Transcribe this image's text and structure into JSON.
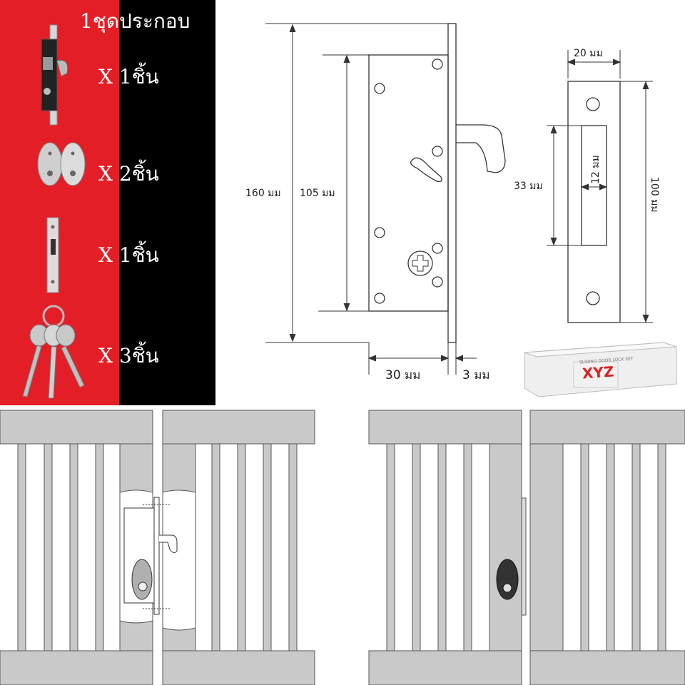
{
  "package": {
    "title": "1ชุดประกอบ",
    "items": [
      {
        "icon": "lock-body-icon",
        "quantity": "X 1ชิ้น"
      },
      {
        "icon": "escutcheon-plate-icon",
        "quantity": "X 2ชิ้น"
      },
      {
        "icon": "strike-plate-icon",
        "quantity": "X 1ชิ้น"
      },
      {
        "icon": "keys-icon",
        "quantity": "X 3ชิ้น"
      }
    ]
  },
  "lock_dimensions": {
    "overall_height": "160 มม",
    "body_height": "105 มม",
    "body_width": "30 มม",
    "faceplate_thickness": "3 มม"
  },
  "strike_dimensions": {
    "width": "20 มม",
    "slot_height": "33 มม",
    "slot_width": "12 มม",
    "height": "100 มม"
  },
  "box_label": {
    "line1": "SLIDING DOOR LOCK SET",
    "brand": "XYZ"
  },
  "colors": {
    "red_panel": "#e41e26",
    "black_panel": "#000000",
    "gate_gray": "#c9c9c9"
  }
}
